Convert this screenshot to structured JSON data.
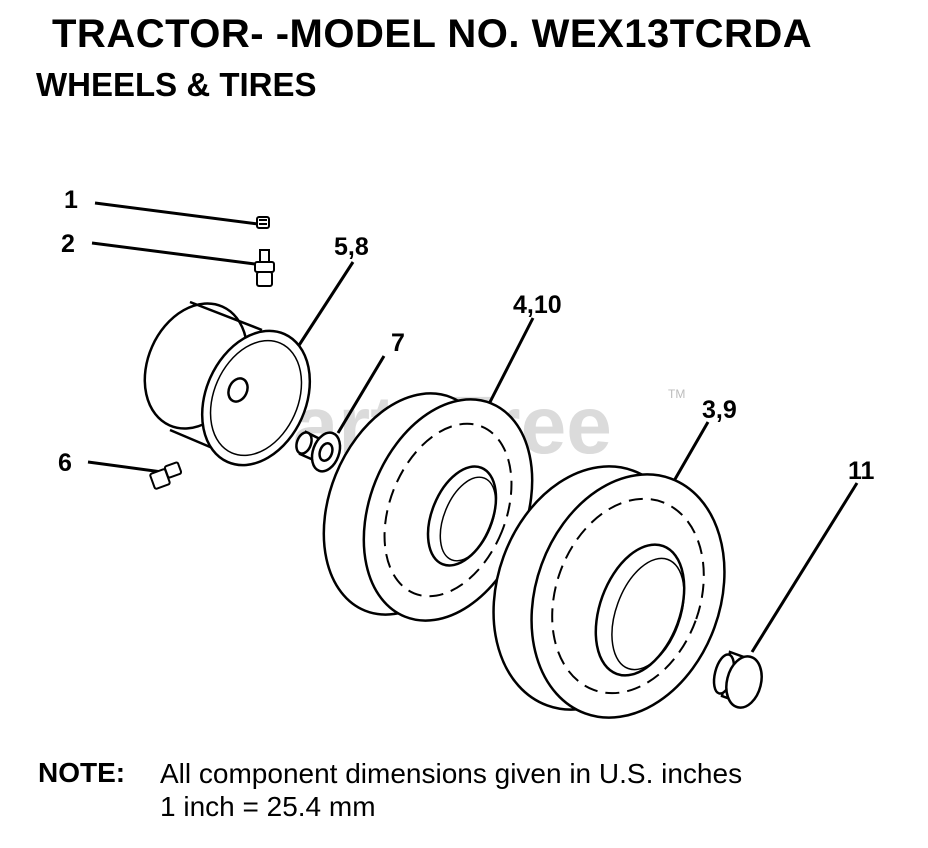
{
  "header": {
    "title": "TRACTOR- -MODEL NO. WEX13TCRDA",
    "subtitle": "WHEELS & TIRES"
  },
  "callouts": {
    "c1": "1",
    "c2": "2",
    "c5_8": "5,8",
    "c7": "7",
    "c4_10": "4,10",
    "c3_9": "3,9",
    "c6": "6",
    "c11": "11"
  },
  "watermark": {
    "text": "PartsTree",
    "tm": "TM"
  },
  "note": {
    "label": "NOTE:",
    "line1": "All component dimensions given in U.S. inches",
    "line2": "1 inch = 25.4 mm"
  }
}
